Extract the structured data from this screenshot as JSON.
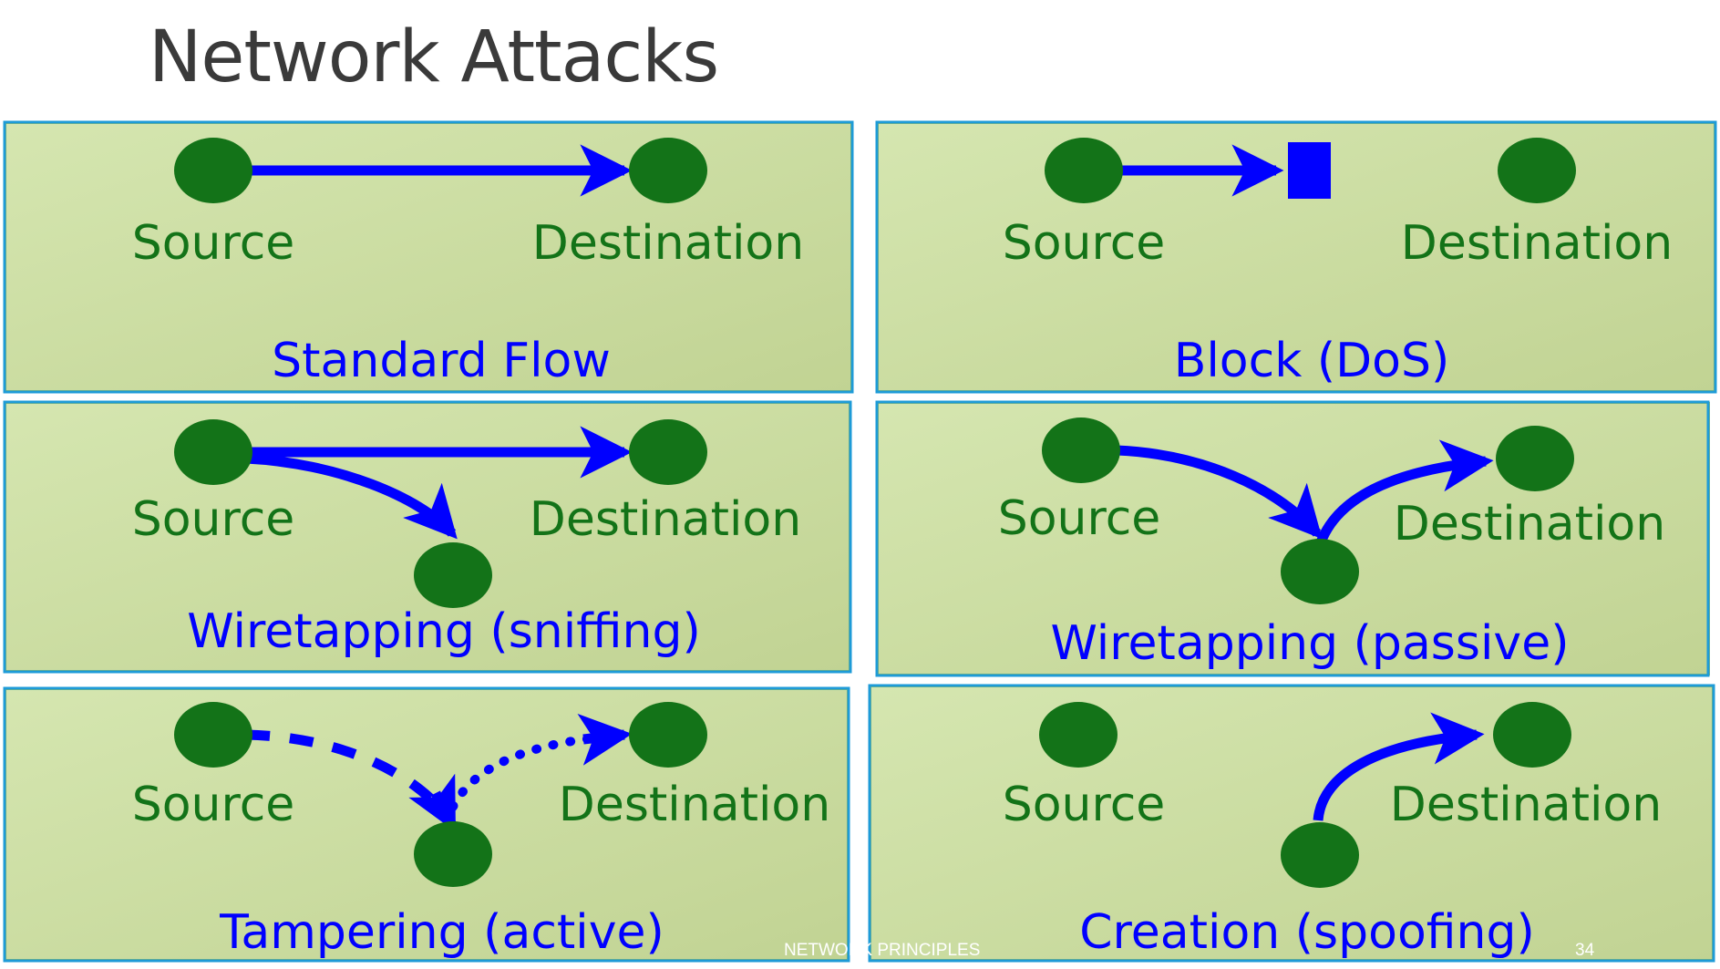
{
  "slide": {
    "title": "Network Attacks",
    "footer_text": "NETWORK PRINCIPLES",
    "page_number": "34"
  },
  "colors": {
    "panel_border": "#1e9bd7",
    "panel_inner_border": "#9bbb59",
    "panel_fill_start": "#d5e6b0",
    "panel_fill_end": "#c1d393",
    "node": "#137318",
    "arrow": "#0000ff",
    "node_label": "#137318",
    "caption": "#0000ff"
  },
  "panels": [
    {
      "id": "standard-flow",
      "caption": "Standard Flow",
      "source_label": "Source",
      "destination_label": "Destination",
      "flow": "direct source to destination"
    },
    {
      "id": "block-dos",
      "caption": "Block (DoS)",
      "source_label": "Source",
      "destination_label": "Destination",
      "flow": "source blocked before destination"
    },
    {
      "id": "wiretapping-sniffing",
      "caption": "Wiretapping (sniffing)",
      "source_label": "Source",
      "destination_label": "Destination",
      "flow": "source to destination, copy branched to third node"
    },
    {
      "id": "wiretapping-passive",
      "caption": "Wiretapping (passive)",
      "source_label": "Source",
      "destination_label": "Destination",
      "flow": "source via third node to destination"
    },
    {
      "id": "tampering-active",
      "caption": "Tampering (active)",
      "source_label": "Source",
      "destination_label": "Destination",
      "flow": "dashed source to third node, dotted third node to destination"
    },
    {
      "id": "creation-spoofing",
      "caption": "Creation (spoofing)",
      "source_label": "Source",
      "destination_label": "Destination",
      "flow": "third node to destination, source idle"
    }
  ]
}
